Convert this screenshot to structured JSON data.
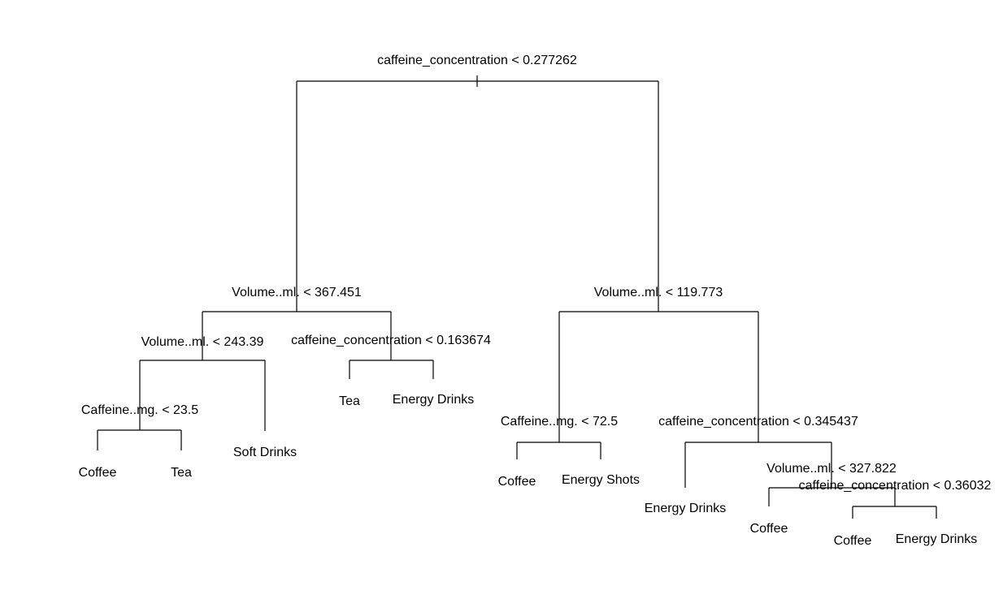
{
  "tree": {
    "root_split": "caffeine_concentration < 0.277262",
    "splits": {
      "left": "Volume..ml. < 367.451",
      "left_left": "Volume..ml. < 243.39",
      "left_left_left": "Caffeine..mg. < 23.5",
      "left_right": "caffeine_concentration < 0.163674",
      "right": "Volume..ml. < 119.773",
      "right_left": "Caffeine..mg. < 72.5",
      "right_right": "caffeine_concentration < 0.345437",
      "right_right_right": "Volume..ml. < 327.822",
      "right_right_right_right": "caffeine_concentration < 0.36032"
    },
    "leaves": {
      "lll_left": "Coffee",
      "lll_right": "Tea",
      "ll_right": "Soft Drinks",
      "lr_left": "Tea",
      "lr_right": "Energy Drinks",
      "rl_left": "Coffee",
      "rl_right": "Energy Shots",
      "rr_left": "Energy Drinks",
      "rrr_left": "Coffee",
      "rrrr_left": "Coffee",
      "rrrr_right": "Energy Drinks"
    }
  }
}
